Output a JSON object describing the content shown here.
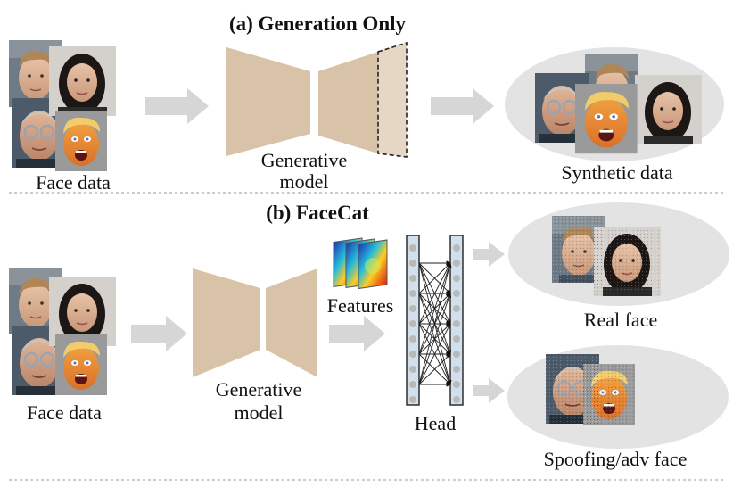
{
  "colors": {
    "model": "#d8c3a9",
    "model_faded": "#e6d6c4",
    "arrow": "#d6d6d6",
    "ellipse": "#e3e3e3",
    "divider": "#bbbbbb",
    "head_column": "#d3e0ec",
    "head_node": "#b9b9b9"
  },
  "panel_a": {
    "title": "(a) Generation Only",
    "input_label": "Face data",
    "model_label_line1": "Generative",
    "model_label_line2": "model",
    "output_label": "Synthetic data"
  },
  "panel_b": {
    "title": "(b) FaceCat",
    "input_label": "Face data",
    "model_label_line1": "Generative",
    "model_label_line2": "model",
    "features_label": "Features",
    "head_label": "Head",
    "output_real_label": "Real face",
    "output_spoof_label": "Spoofing/adv face"
  }
}
